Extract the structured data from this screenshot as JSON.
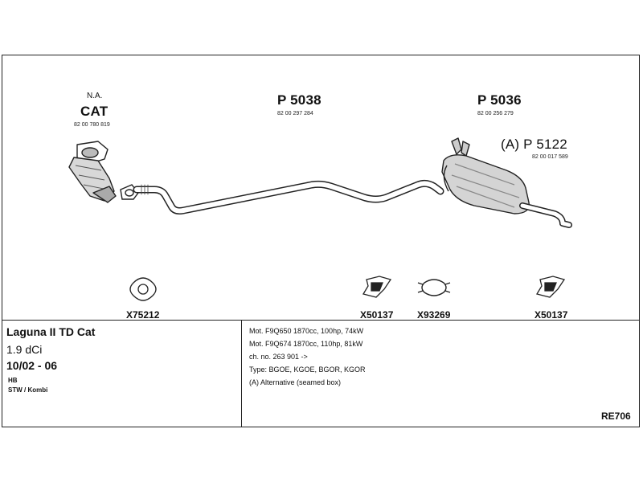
{
  "parts": {
    "cat": {
      "note": "N.A.",
      "code": "CAT",
      "oe": "82 00 780 819"
    },
    "middle": {
      "code": "P 5038",
      "oe": "82 00 297 284"
    },
    "rear": {
      "code": "P 5036",
      "oe": "82 00 256 279"
    },
    "alt": {
      "code": "(A) P 5122",
      "oe": "82 00 017 589"
    }
  },
  "accessories": [
    {
      "code": "X75212",
      "icon": "gasket-icon"
    },
    {
      "code": "X50137",
      "icon": "rubber-mount-icon"
    },
    {
      "code": "X93269",
      "icon": "clamp-icon"
    },
    {
      "code": "X50137",
      "icon": "rubber-mount-icon"
    }
  ],
  "vehicle": {
    "model": "Laguna II TD Cat",
    "engine": "1.9 dCi",
    "years": "10/02 - 06",
    "body1": "HB",
    "body2": "STW / Kombi"
  },
  "specs": [
    "Mot. F9Q650 1870cc, 100hp, 74kW",
    "Mot. F9Q674 1870cc, 110hp, 81kW",
    "ch. no. 263 901 ->",
    "Type: BGOE, KGOE, BGOR, KGOR",
    "(A) Alternative (seamed box)"
  ],
  "reference": "RE706"
}
